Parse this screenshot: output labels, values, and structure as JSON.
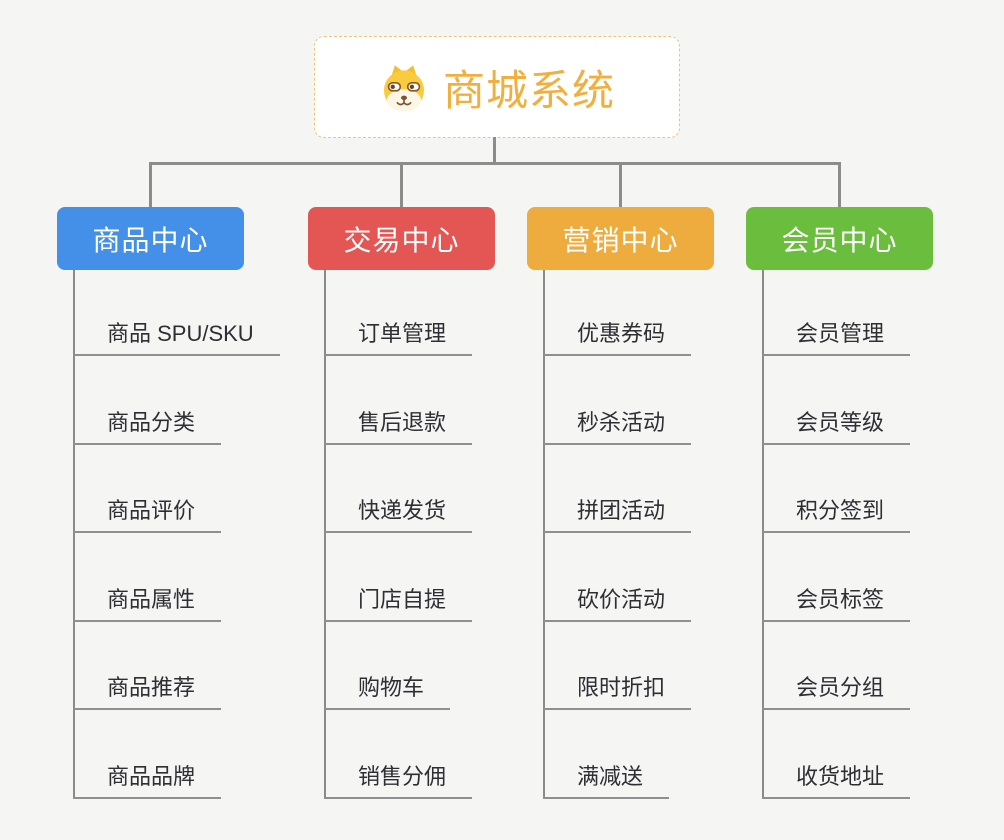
{
  "background_color": "#F5F5F4",
  "connector_color": "#8C8C8C",
  "root": {
    "title": "商城系统",
    "icon": "dog-face-icon",
    "title_color": "#F1AF3E",
    "border_color": "#F2C376"
  },
  "branches": [
    {
      "label": "商品中心",
      "color": "#4490E8",
      "items": [
        "商品 SPU/SKU",
        "商品分类",
        "商品评价",
        "商品属性",
        "商品推荐",
        "商品品牌"
      ]
    },
    {
      "label": "交易中心",
      "color": "#E35653",
      "items": [
        "订单管理",
        "售后退款",
        "快递发货",
        "门店自提",
        "购物车",
        "销售分佣"
      ]
    },
    {
      "label": "营销中心",
      "color": "#EEAC3E",
      "items": [
        "优惠券码",
        "秒杀活动",
        "拼团活动",
        "砍价活动",
        "限时折扣",
        "满减送"
      ]
    },
    {
      "label": "会员中心",
      "color": "#6BBE3D",
      "items": [
        "会员管理",
        "会员等级",
        "积分签到",
        "会员标签",
        "会员分组",
        "收货地址"
      ]
    }
  ]
}
